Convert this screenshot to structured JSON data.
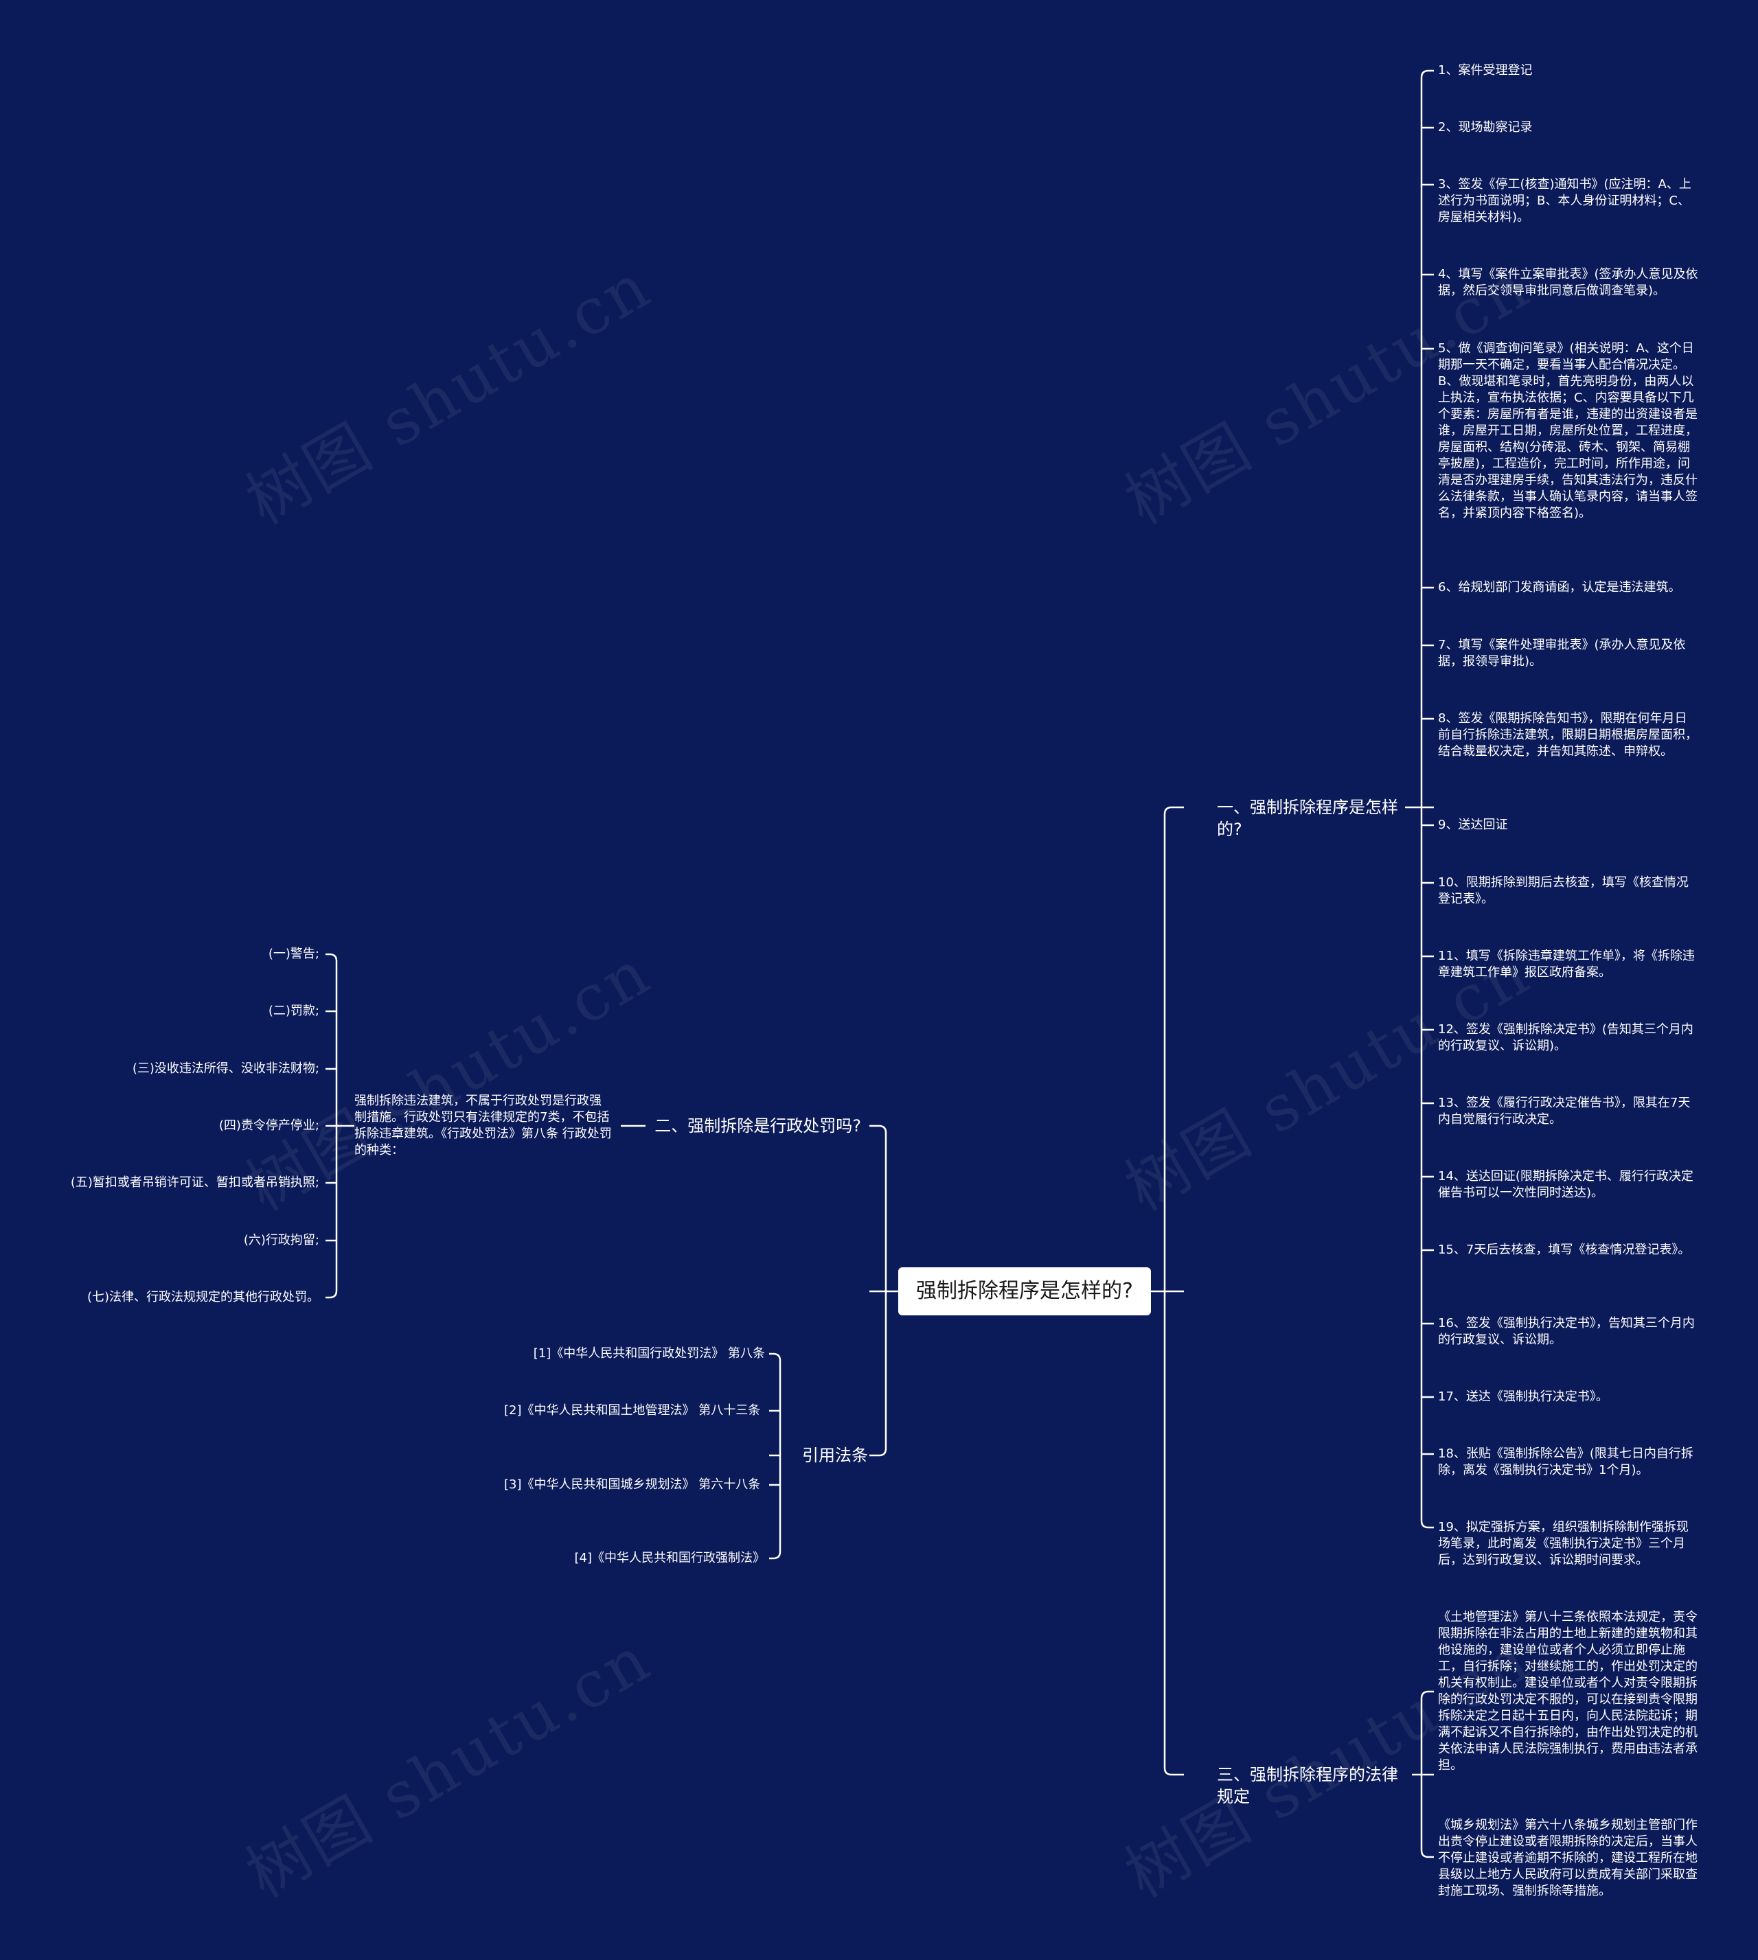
{
  "root": "强制拆除程序是怎样的?",
  "branch_procedure": {
    "title": "一、强制拆除程序是怎样的?",
    "steps": [
      "1、案件受理登记",
      "2、现场勘察记录",
      "3、签发《停工(核查)通知书》(应注明：A、上述行为书面说明；B、本人身份证明材料；C、房屋相关材料)。",
      "4、填写《案件立案审批表》(签承办人意见及依据，然后交领导审批同意后做调查笔录)。",
      "5、做《调查询问笔录》(相关说明：A、这个日期那一天不确定，要看当事人配合情况决定。B、做现堪和笔录时，首先亮明身份，由两人以上执法，宣布执法依据；C、内容要具备以下几个要素：房屋所有者是谁，违建的出资建设者是谁，房屋开工日期，房屋所处位置，工程进度，房屋面积、结构(分砖混、砖木、钢架、简易棚亭披屋)，工程造价，完工时间，所作用途，问清是否办理建房手续，告知其违法行为，违反什么法律条款，当事人确认笔录内容，请当事人签名，并紧顶内容下格签名)。",
      "6、给规划部门发商请函，认定是违法建筑。",
      "7、填写《案件处理审批表》(承办人意见及依据，报领导审批)。",
      "8、签发《限期拆除告知书》，限期在何年月日前自行拆除违法建筑，限期日期根据房屋面积，结合裁量权决定，并告知其陈述、申辩权。",
      "9、送达回证",
      "10、限期拆除到期后去核查，填写《核查情况登记表》。",
      "11、填写《拆除违章建筑工作单》，将《拆除违章建筑工作单》报区政府备案。",
      "12、签发《强制拆除决定书》(告知其三个月内的行政复议、诉讼期)。",
      "13、签发《履行行政决定催告书》，限其在7天内自觉履行行政决定。",
      "14、送达回证(限期拆除决定书、履行行政决定催告书可以一次性同时送达)。",
      "15、7天后去核查，填写《核查情况登记表》。",
      "16、签发《强制执行决定书》，告知其三个月内的行政复议、诉讼期。",
      "17、送达《强制执行决定书》。",
      "18、张贴《强制拆除公告》(限其七日内自行拆除，离发《强制执行决定书》1个月)。",
      "19、拟定强拆方案，组织强制拆除制作强拆现场笔录，此时离发《强制执行决定书》三个月后，达到行政复议、诉讼期时间要求。"
    ]
  },
  "branch_law": {
    "title": "三、强制拆除程序的法律规定",
    "items": [
      "《土地管理法》第八十三条依照本法规定，责令限期拆除在非法占用的土地上新建的建筑物和其他设施的，建设单位或者个人必须立即停止施工，自行拆除；对继续施工的，作出处罚决定的机关有权制止。建设单位或者个人对责令限期拆除的行政处罚决定不服的，可以在接到责令限期拆除决定之日起十五日内，向人民法院起诉；期满不起诉又不自行拆除的，由作出处罚决定的机关依法申请人民法院强制执行，费用由违法者承担。",
      "《城乡规划法》第六十八条城乡规划主管部门作出责令停止建设或者限期拆除的决定后，当事人不停止建设或者逾期不拆除的，建设工程所在地县级以上地方人民政府可以责成有关部门采取查封施工现场、强制拆除等措施。"
    ]
  },
  "branch_penalty": {
    "title": "二、强制拆除是行政处罚吗?",
    "summary": "强制拆除违法建筑，不属于行政处罚是行政强制措施。行政处罚只有法律规定的7类，不包括拆除违章建筑。《行政处罚法》第八条 行政处罚的种类：",
    "kinds": [
      "(一)警告;",
      "(二)罚款;",
      "(三)没收违法所得、没收非法财物;",
      "(四)责令停产停业;",
      "(五)暂扣或者吊销许可证、暂扣或者吊销执照;",
      "(六)行政拘留;",
      "(七)法律、行政法规规定的其他行政处罚。"
    ]
  },
  "branch_refs": {
    "title": "引用法条",
    "items": [
      "[1]《中华人民共和国行政处罚法》 第八条",
      "[2]《中华人民共和国土地管理法》 第八十三条",
      "[3]《中华人民共和国城乡规划法》 第六十八条",
      "[4]《中华人民共和国行政强制法》"
    ]
  },
  "watermark": "树图 shutu.cn",
  "colors": {
    "background": "#0b1a58",
    "line": "#ffffff",
    "root_fill": "#ffffff",
    "text": "#ffffff"
  }
}
